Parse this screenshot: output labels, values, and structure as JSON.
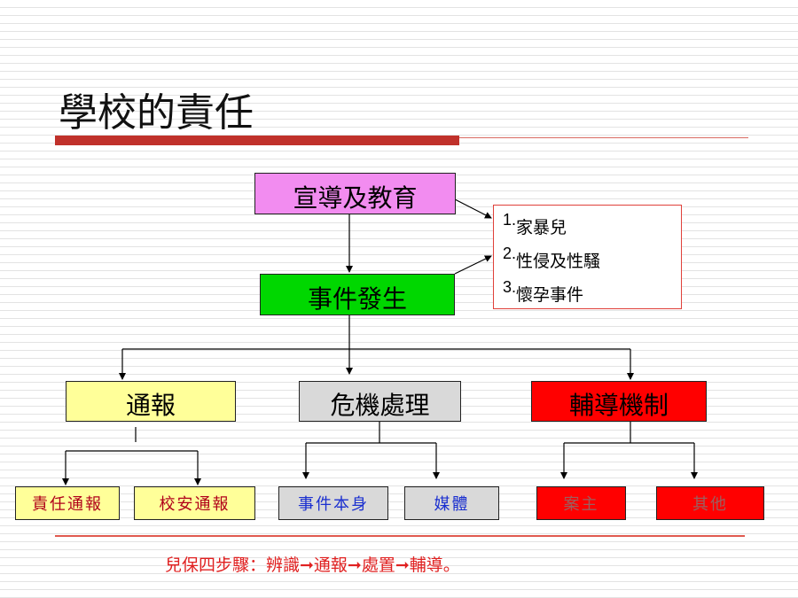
{
  "title": "學校的責任",
  "colors": {
    "accent_red": "#c0312b",
    "pink": "#f28cf0",
    "green": "#00d700",
    "yellow": "#ffff99",
    "gray": "#d9d9d9",
    "red": "#ff0000",
    "blue_text": "#1a2fd0",
    "footnote": "#e02020"
  },
  "nodes": {
    "education": "宣導及教育",
    "incident": "事件發生",
    "report": "通報",
    "crisis": "危機處理",
    "counseling": "輔導機制",
    "duty_report": "責任通報",
    "campus_report": "校安通報",
    "event_itself": "事件本身",
    "media": "媒體",
    "case_owner": "案主",
    "others": "其他"
  },
  "list": [
    {
      "num": "1.",
      "text": "家暴兒"
    },
    {
      "num": "2.",
      "text": "性侵及性騷"
    },
    {
      "num": "3.",
      "text": "懷孕事件"
    }
  ],
  "footnote": "兒保四步驟：辨識➞通報➞處置➞輔導。"
}
